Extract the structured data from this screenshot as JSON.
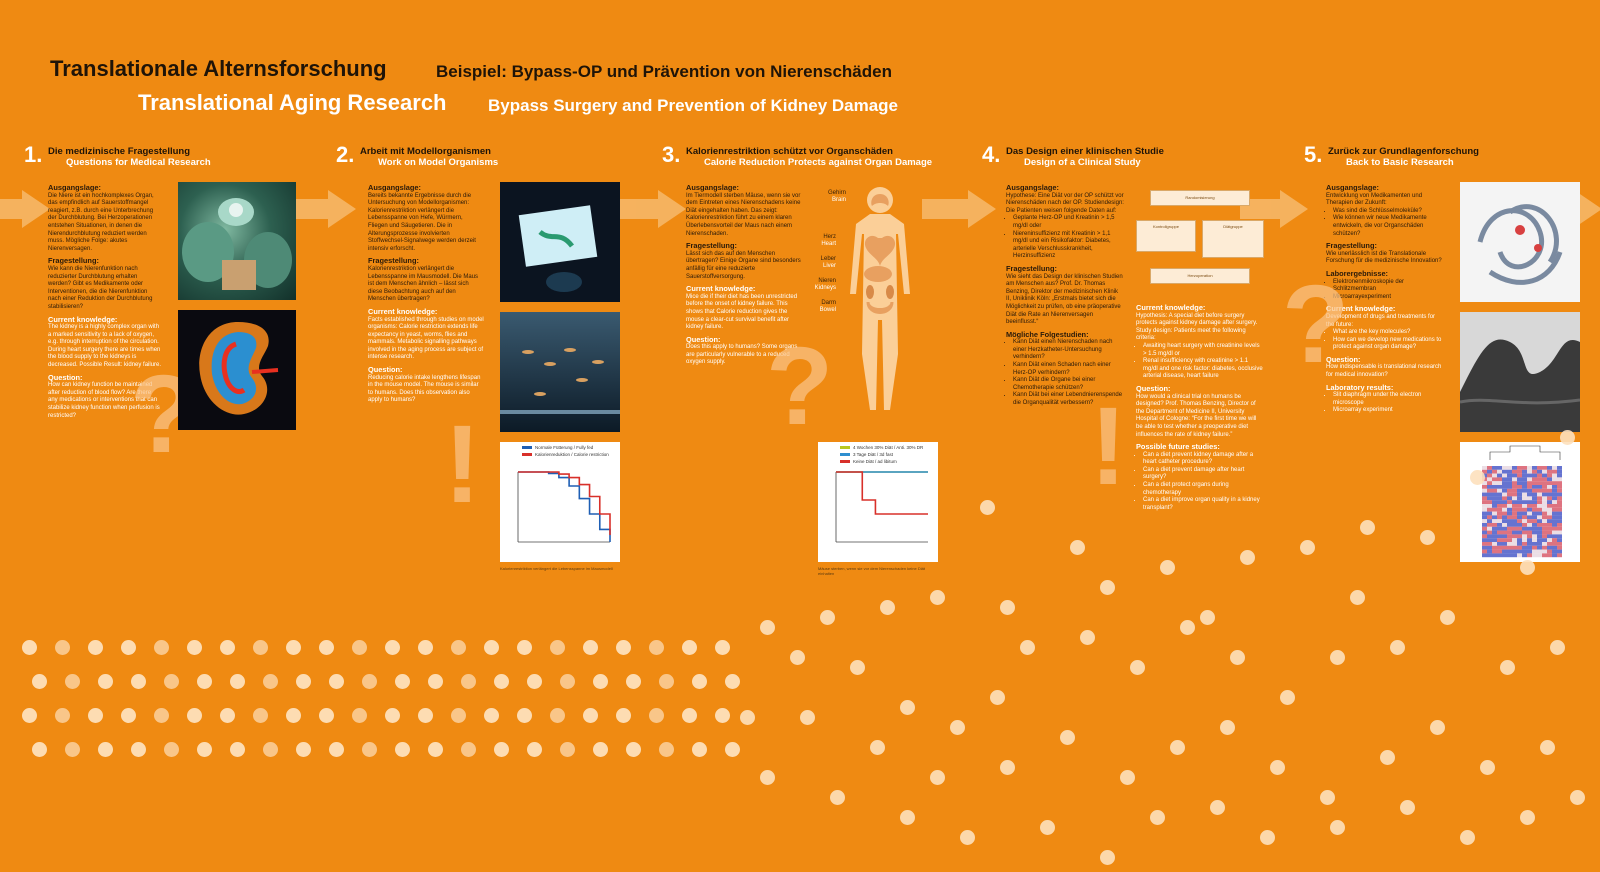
{
  "header": {
    "title_de": "Translationale Alternsforschung",
    "subtitle_de": "Beispiel: Bypass-OP und Prävention von Nierenschäden",
    "title_en": "Translational Aging Research",
    "subtitle_en": "Bypass Surgery and Prevention of Kidney Damage"
  },
  "colors": {
    "background": "#ef8a12",
    "dots": "#fde0bc",
    "text_dark": "#1f1408",
    "text_light": "#ffffff"
  },
  "steps": [
    {
      "num": "1.",
      "heading_de": "Die medizinische Fragestellung",
      "heading_en": "Questions for Medical Research",
      "ausgangslage_label": "Ausgangslage:",
      "ausgangslage": "Die Niere ist ein hochkomplexes Organ, das empfindlich auf Sauerstoffmangel reagiert, z.B. durch eine Unterbrechung der Durchblutung. Bei Herzoperationen entstehen Situationen, in denen die Nierendurchblutung reduziert werden muss. Mögliche Folge: akutes Nierenversagen.",
      "fragestellung_label": "Fragestellung:",
      "fragestellung": "Wie kann die Nierenfunktion nach reduzierter Durchblutung erhalten werden? Gibt es Medikamente oder Interventionen, die die Nierenfunktion nach einer Reduktion der Durchblutung stabilisieren?",
      "knowledge_label": "Current knowledge:",
      "knowledge": "The kidney is a highly complex organ with a marked sensitivity to a lack of oxygen, e.g. through interruption of the circulation. During heart surgery there are times when the blood supply to the kidneys is decreased. Possible Result: kidney failure.",
      "question_label": "Question:",
      "question": "How can kidney function be maintained after reduction of blood flow? Are there any medications or interventions that can stabilize kidney function when perfusion is restricted?"
    },
    {
      "num": "2.",
      "heading_de": "Arbeit mit Modellorganismen",
      "heading_en": "Work on Model Organisms",
      "ausgangslage_label": "Ausgangslage:",
      "ausgangslage": "Bereits bekannte Ergebnisse durch die Untersuchung von Modellorganismen: Kalorienrestriktion verlängert die Lebensspanne von Hefe, Würmern, Fliegen und Säugetieren. Die in Alterungsprozesse involvierten Stoffwechsel-Signalwege werden derzeit intensiv erforscht.",
      "fragestellung_label": "Fragestellung:",
      "fragestellung": "Kalorienrestriktion verlängert die Lebensspanne im Mausmodell. Die Maus ist dem Menschen ähnlich – lässt sich diese Beobachtung auch auf den Menschen übertragen?",
      "knowledge_label": "Current knowledge:",
      "knowledge": "Facts established through studies on model organisms: Calorie restriction extends life expectancy in yeast, worms, flies and mammals. Metabolic signalling pathways involved in the aging process are subject of intense research.",
      "question_label": "Question:",
      "question": "Reducing calorie intake lengthens lifespan in the mouse model. The mouse is similar to humans. Does this observation also apply to humans?",
      "chart_caption": "Kalorienrestriktion verlängert die Lebensspanne im Mausmodell"
    },
    {
      "num": "3.",
      "heading_de": "Kalorienrestriktion schützt vor Organschäden",
      "heading_en": "Calorie Reduction Protects against Organ Damage",
      "ausgangslage_label": "Ausgangslage:",
      "ausgangslage": "Im Tiermodell sterben Mäuse, wenn sie vor dem Eintreten eines Nierenschadens keine Diät eingehalten haben. Das zeigt: Kalorienrestriktion führt zu einem klaren Überlebensvorteil der Maus nach einem Nierenschaden.",
      "fragestellung_label": "Fragestellung:",
      "fragestellung": "Lässt sich das auf den Menschen übertragen? Einige Organe sind besonders anfällig für eine reduzierte Sauerstoffversorgung.",
      "knowledge_label": "Current knowledge:",
      "knowledge": "Mice die if their diet has been unrestricted before the onset of kidney failure. This shows that Calorie reduction gives the mouse a clear-cut survival benefit after kidney failure.",
      "question_label": "Question:",
      "question": "Does this apply to humans? Some organs are particularly vulnerable to a reduced oxygen supply.",
      "organs": [
        {
          "de": "Gehirn",
          "en": "Brain"
        },
        {
          "de": "Herz",
          "en": "Heart"
        },
        {
          "de": "Leber",
          "en": "Liver"
        },
        {
          "de": "Nieren",
          "en": "Kidneys"
        },
        {
          "de": "Darm",
          "en": "Bowel"
        }
      ],
      "chart_caption": "Mäuse sterben, wenn sie vor dem Nierenschaden keine Diät einhalten"
    },
    {
      "num": "4.",
      "heading_de": "Das Design einer klinischen Studie",
      "heading_en": "Design of a Clinical Study",
      "ausgangslage_label": "Ausgangslage:",
      "ausgangslage": "Hypothese: Eine Diät vor der OP schützt vor Nierenschäden nach der OP. Studiendesign: Die Patienten weisen folgende Daten auf:",
      "ausgangslage_list": [
        "Geplante Herz-OP und Kreatinin > 1,5 mg/dl oder",
        "Niereninsuffizienz mit Kreatinin > 1,1 mg/dl und ein Risikofaktor: Diabetes, arterielle Verschlusskrankheit, Herzinsuffizienz"
      ],
      "fragestellung_label": "Fragestellung:",
      "fragestellung": "Wie sieht das Design der klinischen Studien am Menschen aus? Prof. Dr. Thomas Benzing, Direktor der medizinischen Klinik II, Uniklinik Köln: „Erstmals bietet sich die Möglichkeit zu prüfen, ob eine präoperative Diät die Rate an Nierenversagen beeinflusst.“",
      "folge_label": "Mögliche Folgestudien:",
      "folge_list": [
        "Kann Diät einen Nierenschaden nach einer Herzkatheter-Untersuchung verhindern?",
        "Kann Diät einen Schaden nach einer Herz-OP verhindern?",
        "Kann Diät die Organe bei einer Chemotherapie schützen?",
        "Kann Diät bei einer Lebendnierenspende die Organqualität verbessern?"
      ],
      "knowledge_label": "Current knowledge:",
      "knowledge": "Hypothesis: A special diet before surgery protects against kidney damage after surgery. Study design: Patients meet the following criteria:",
      "knowledge_list": [
        "Awaiting heart surgery with creatinine levels > 1.5 mg/dl or",
        "Renal insufficiency with creatinine > 1.1 mg/dl and one risk factor: diabetes, occlusive arterial disease, heart failure"
      ],
      "question_label": "Question:",
      "question": "How would a clinical trial on humans be designed? Prof. Thomas Benzing, Director of the Department of Medicine II, University Hospital of Cologne: “For the first time we will be able to test whether a preoperative diet influences the rate of kidney failure.”",
      "future_label": "Possible future studies:",
      "future_list": [
        "Can a diet prevent kidney damage after a heart catheter procedure?",
        "Can a diet prevent damage after heart surgery?",
        "Can a diet protect organs during chemotherapy",
        "Can a diet improve organ quality in a kidney transplant?"
      ],
      "diagram": {
        "top": "Randomisierung",
        "left": "Kontrollgruppe",
        "right": "Diätgruppe",
        "bottom": "Herzoperation"
      }
    },
    {
      "num": "5.",
      "heading_de": "Zurück zur Grundlagenforschung",
      "heading_en": "Back to Basic Research",
      "ausgangslage_label": "Ausgangslage:",
      "ausgangslage": "Entwicklung von Medikamenten und Therapien der Zukunft:",
      "ausgangslage_list": [
        "Was sind die Schlüsselmoleküle?",
        "Wie können wir neue Medikamente entwickeln, die vor Organschäden schützen?"
      ],
      "fragestellung_label": "Fragestellung:",
      "fragestellung": "Wie unerlässlich ist die Translationale Forschung für die medizinische Innovation?",
      "labor_label": "Laborergebnisse:",
      "labor_list": [
        "Elektronenmikroskopie der Schlitzmembran",
        "Microarrayexperiment"
      ],
      "knowledge_label": "Current knowledge:",
      "knowledge": "Development of drugs and treatments for the future:",
      "knowledge_list": [
        "What are the key molecules?",
        "How can we develop new medications to protect against organ damage?"
      ],
      "question_label": "Question:",
      "question": "How indispensable is translational research for medical innovation?",
      "results_label": "Laboratory results:",
      "results_list": [
        "Slit diaphragm under the electron microscope",
        "Microarray experiment"
      ]
    }
  ],
  "chart_data": [
    {
      "type": "line",
      "series": [
        {
          "name": "Normale Fütterung / Fully fed",
          "values": [
            100,
            100,
            100,
            98,
            92,
            80,
            62,
            40,
            18,
            0
          ]
        },
        {
          "name": "Kalorienreduktion / Calorie restriction",
          "values": [
            100,
            100,
            100,
            100,
            97,
            92,
            82,
            65,
            40,
            10
          ]
        }
      ],
      "x": [
        0,
        5,
        10,
        15,
        20,
        25,
        30,
        35,
        40,
        45
      ]
    },
    {
      "type": "line",
      "series": [
        {
          "name": "4 Wochen 30% Diät / Anti. 30% DR",
          "values": [
            100,
            100,
            100,
            100,
            100,
            100,
            100,
            100
          ]
        },
        {
          "name": "3 Tage Diät / 3d fast",
          "values": [
            100,
            100,
            100,
            100,
            100,
            100,
            100,
            100
          ]
        },
        {
          "name": "Keine Diät / ad libitum",
          "values": [
            100,
            100,
            60,
            40,
            40,
            40,
            40,
            40
          ]
        }
      ],
      "x": [
        0,
        1,
        2,
        3,
        4,
        5,
        6,
        7
      ]
    }
  ]
}
